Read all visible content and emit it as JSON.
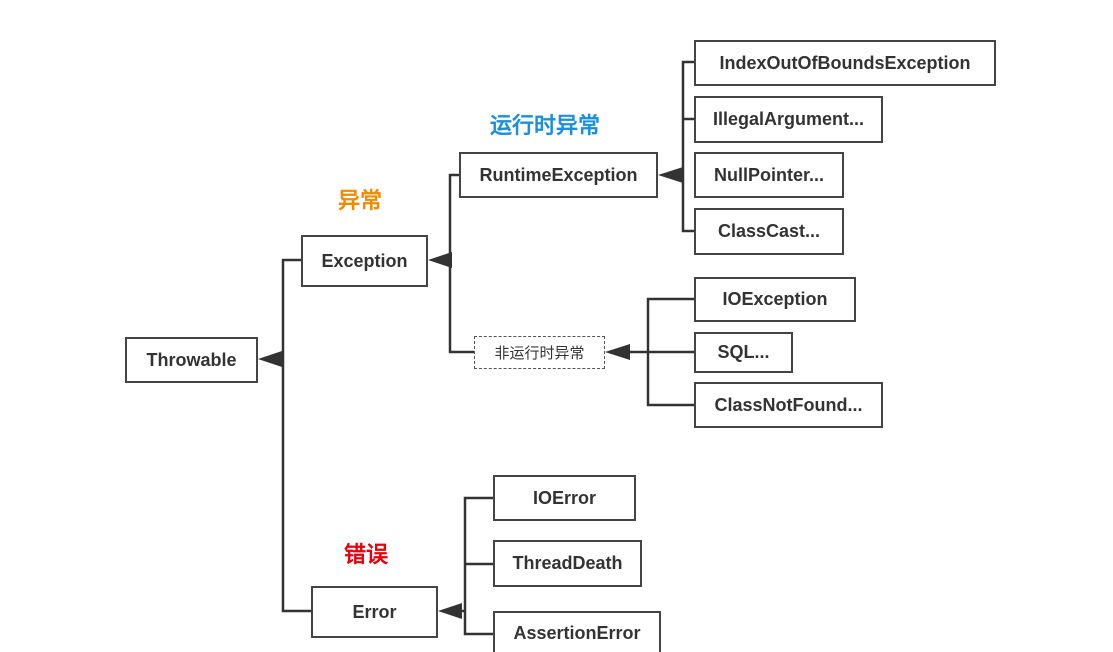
{
  "nodes": {
    "throwable": "Throwable",
    "exception": "Exception",
    "error": "Error",
    "runtime": "RuntimeException",
    "non_runtime": "非运行时异常",
    "index_oob": "IndexOutOfBoundsException",
    "illegal_arg": "IllegalArgument...",
    "null_pointer": "NullPointer...",
    "class_cast": "ClassCast...",
    "io_exception": "IOException",
    "sql": "SQL...",
    "class_not_found": "ClassNotFound...",
    "io_error": "IOError",
    "thread_death": "ThreadDeath",
    "assertion_error": "AssertionError"
  },
  "labels": {
    "runtime_label": "运行时异常",
    "exception_label": "异常",
    "error_label": "错误"
  },
  "colors": {
    "runtime_label": "#1a8fe0",
    "exception_label": "#f08a00",
    "error_label": "#e8000b",
    "line": "#333333"
  }
}
